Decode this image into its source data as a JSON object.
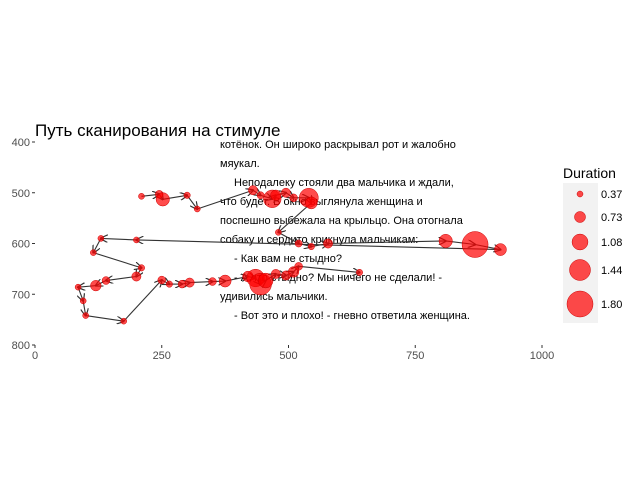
{
  "chart_data": {
    "type": "scatter",
    "title": "Путь сканирования на стимуле",
    "xlabel": "",
    "ylabel": "",
    "xlim": [
      0,
      1000
    ],
    "ylim": [
      400,
      800
    ],
    "y_reversed": true,
    "x_ticks": [
      "0",
      "250",
      "500",
      "750",
      "1000"
    ],
    "y_ticks": [
      "400",
      "500",
      "600",
      "700",
      "800"
    ],
    "grid": false,
    "point_color": "#ff0000",
    "line_color": "#333333",
    "legend": {
      "title": "Duration",
      "position": "right",
      "entries": [
        "0.37",
        "0.73",
        "1.08",
        "1.44",
        "1.80"
      ]
    },
    "stimulus_text": [
      "котёнок. Он широко раскрывал рот и жалобно",
      "мяукал.",
      "Неподалеку стояли два мальчика и ждали,",
      "что будет. В окно выглянула женщина и",
      "поспешно выбежала на крыльцо. Она отогнала",
      "собаку и сердито крикнула мальчикам:",
      "- Как вам не стыдно?",
      "- А что стыдно? Мы ничего не сделали! -",
      "удивились мальчики.",
      "- Вот это и плохо! - гневно ответила женщина."
    ],
    "points": [
      {
        "x": 210,
        "y": 507,
        "d": 0.37
      },
      {
        "x": 245,
        "y": 503,
        "d": 0.5
      },
      {
        "x": 252,
        "y": 513,
        "d": 0.9
      },
      {
        "x": 300,
        "y": 505,
        "d": 0.4
      },
      {
        "x": 320,
        "y": 532,
        "d": 0.37
      },
      {
        "x": 430,
        "y": 495,
        "d": 0.6
      },
      {
        "x": 445,
        "y": 505,
        "d": 0.45
      },
      {
        "x": 468,
        "y": 512,
        "d": 1.2
      },
      {
        "x": 475,
        "y": 505,
        "d": 0.7
      },
      {
        "x": 495,
        "y": 500,
        "d": 0.6
      },
      {
        "x": 510,
        "y": 510,
        "d": 0.5
      },
      {
        "x": 540,
        "y": 510,
        "d": 1.3
      },
      {
        "x": 545,
        "y": 520,
        "d": 0.8
      },
      {
        "x": 480,
        "y": 578,
        "d": 0.37
      },
      {
        "x": 520,
        "y": 600,
        "d": 0.45
      },
      {
        "x": 545,
        "y": 606,
        "d": 0.4
      },
      {
        "x": 578,
        "y": 600,
        "d": 0.6
      },
      {
        "x": 810,
        "y": 595,
        "d": 0.9
      },
      {
        "x": 868,
        "y": 602,
        "d": 1.8
      },
      {
        "x": 918,
        "y": 612,
        "d": 0.8
      },
      {
        "x": 200,
        "y": 593,
        "d": 0.37
      },
      {
        "x": 130,
        "y": 590,
        "d": 0.37
      },
      {
        "x": 115,
        "y": 618,
        "d": 0.37
      },
      {
        "x": 210,
        "y": 648,
        "d": 0.4
      },
      {
        "x": 200,
        "y": 665,
        "d": 0.6
      },
      {
        "x": 140,
        "y": 673,
        "d": 0.5
      },
      {
        "x": 120,
        "y": 683,
        "d": 0.7
      },
      {
        "x": 85,
        "y": 686,
        "d": 0.37
      },
      {
        "x": 95,
        "y": 713,
        "d": 0.37
      },
      {
        "x": 100,
        "y": 742,
        "d": 0.37
      },
      {
        "x": 175,
        "y": 753,
        "d": 0.37
      },
      {
        "x": 250,
        "y": 672,
        "d": 0.5
      },
      {
        "x": 265,
        "y": 680,
        "d": 0.4
      },
      {
        "x": 290,
        "y": 680,
        "d": 0.5
      },
      {
        "x": 305,
        "y": 677,
        "d": 0.6
      },
      {
        "x": 350,
        "y": 675,
        "d": 0.5
      },
      {
        "x": 375,
        "y": 674,
        "d": 0.8
      },
      {
        "x": 420,
        "y": 665,
        "d": 0.7
      },
      {
        "x": 435,
        "y": 668,
        "d": 1.2
      },
      {
        "x": 445,
        "y": 680,
        "d": 1.5
      },
      {
        "x": 455,
        "y": 673,
        "d": 1.0
      },
      {
        "x": 475,
        "y": 660,
        "d": 0.6
      },
      {
        "x": 495,
        "y": 663,
        "d": 0.6
      },
      {
        "x": 510,
        "y": 656,
        "d": 0.7
      },
      {
        "x": 520,
        "y": 645,
        "d": 0.5
      },
      {
        "x": 640,
        "y": 657,
        "d": 0.4
      }
    ]
  }
}
